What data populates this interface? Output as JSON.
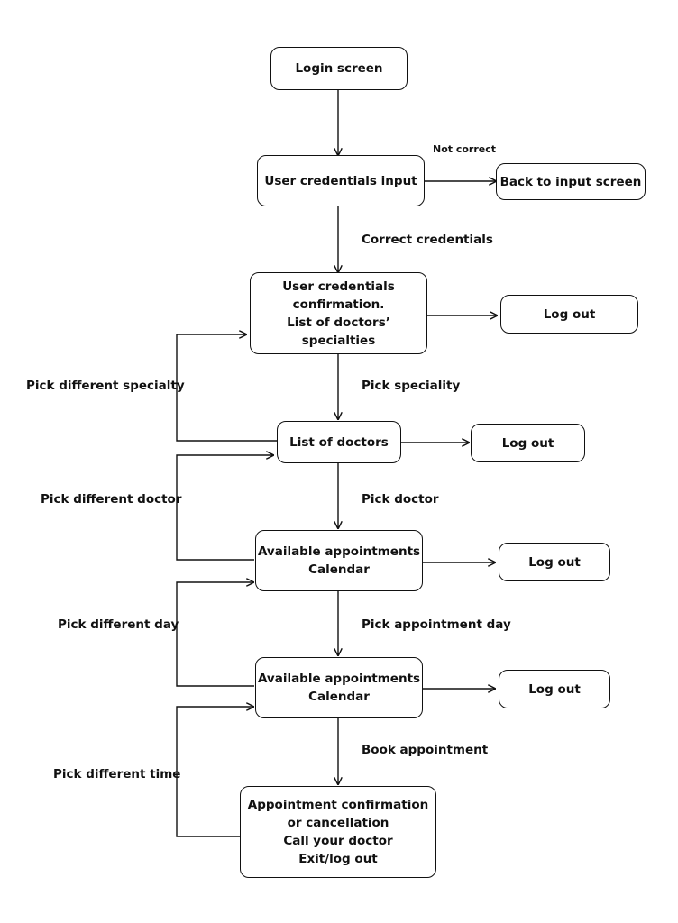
{
  "nodes": {
    "login": [
      "Login screen"
    ],
    "credentials_input": [
      "User credentials input"
    ],
    "back_to_input": [
      "Back to input screen"
    ],
    "confirmation": [
      "User credentials",
      "confirmation.",
      "List of doctors’ specialties"
    ],
    "logout_1": [
      "Log out"
    ],
    "doctors_list": [
      "List of doctors"
    ],
    "logout_2": [
      "Log out"
    ],
    "appointments_1": [
      "Available appointments",
      "Calendar"
    ],
    "logout_3": [
      "Log out"
    ],
    "appointments_2": [
      "Available appointments",
      "Calendar"
    ],
    "logout_4": [
      "Log out"
    ],
    "booking": [
      "Appointment confirmation",
      "or cancellation",
      "Call your doctor",
      "Exit/log out"
    ]
  },
  "edge_labels": {
    "not_correct": "Not correct",
    "correct_credentials": "Correct credentials",
    "pick_speciality": "Pick speciality",
    "pick_doctor": "Pick doctor",
    "pick_appointment_day": "Pick appointment day",
    "book_appointment": "Book appointment",
    "pick_different_specialty": "Pick different specialty",
    "pick_different_doctor": "Pick different doctor",
    "pick_different_day": "Pick different day",
    "pick_different_time": "Pick different time"
  }
}
